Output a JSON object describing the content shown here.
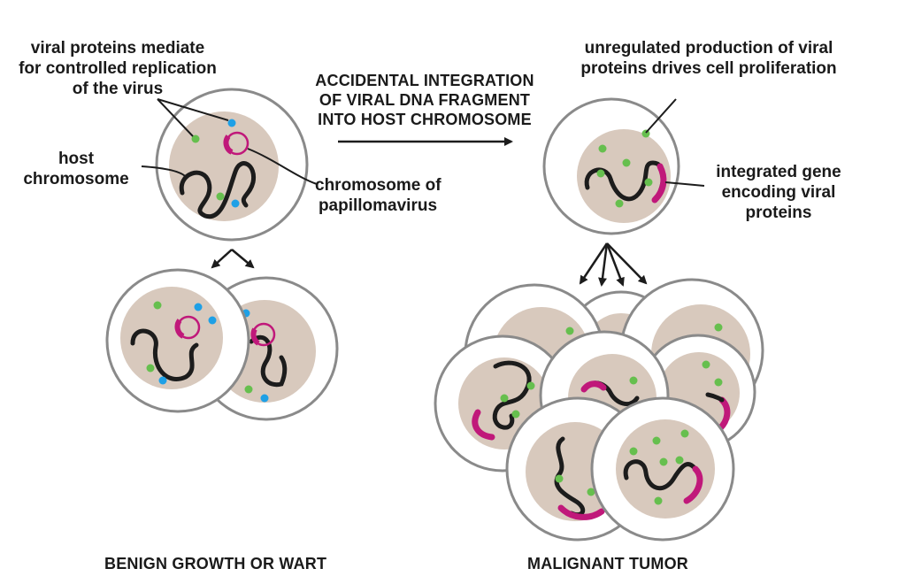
{
  "colors": {
    "cell_outline": "#8a8a8a",
    "cytoplasm": "#ffffff",
    "nucleus": "#d8c9bd",
    "host_chromosome": "#1c1c1c",
    "viral_plasmid": "#c0187a",
    "viral_protein_blue": "#1ea0e6",
    "viral_protein_green": "#66bf4e"
  },
  "labels": {
    "viral_proteins_mediate": [
      "viral proteins mediate",
      "for controlled replication",
      "of the virus"
    ],
    "host_chromosome": [
      "host",
      "chromosome"
    ],
    "chromosome_of_papillomavirus": [
      "chromosome of",
      "papillomavirus"
    ],
    "accidental_integration": [
      "ACCIDENTAL INTEGRATION",
      "OF VIRAL DNA FRAGMENT",
      "INTO HOST CHROMOSOME"
    ],
    "unregulated_production": [
      "unregulated production of viral",
      "proteins drives cell proliferation"
    ],
    "integrated_gene": [
      "integrated gene",
      "encoding viral",
      "proteins"
    ],
    "benign_growth": "BENIGN GROWTH OR WART",
    "malignant_tumor": "MALIGNANT TUMOR"
  }
}
